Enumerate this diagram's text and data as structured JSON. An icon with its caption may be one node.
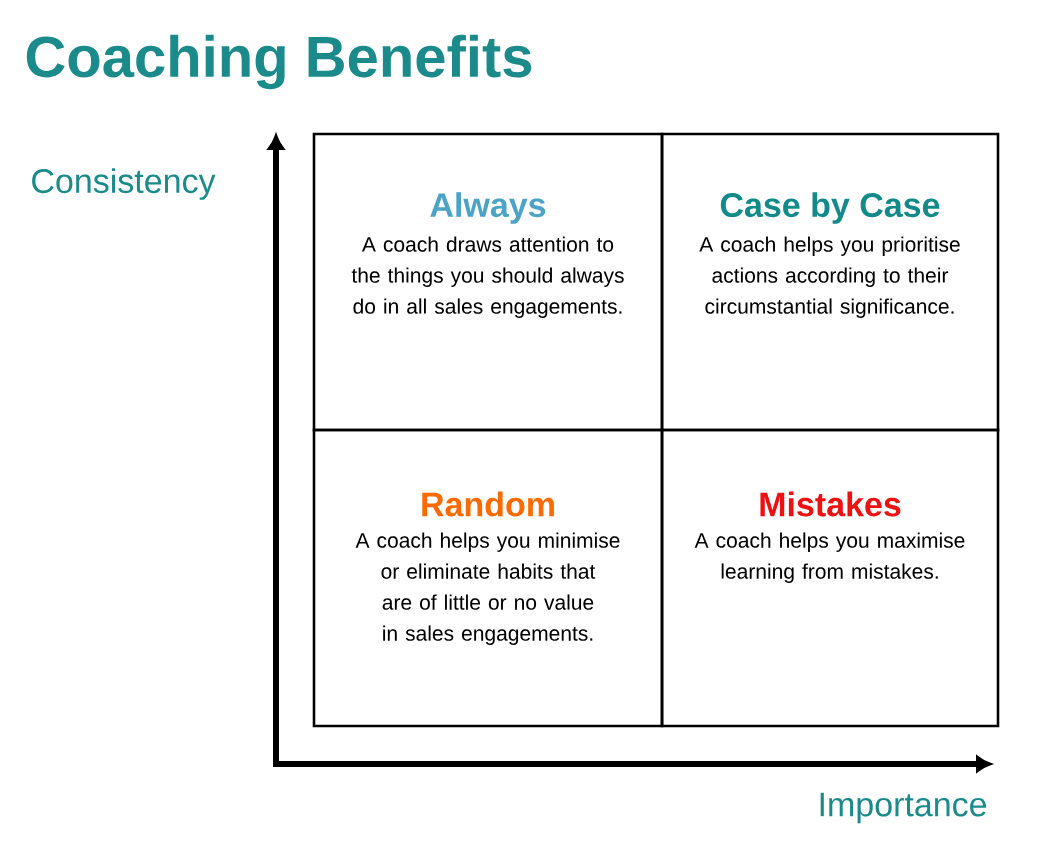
{
  "diagram": {
    "title": "Coaching Benefits",
    "nodes": [
      {
        "text": [
          "Always",
          "A coach draws attention to the things you should always do in all sales engagements."
        ]
      },
      {
        "text": [
          "Case by Case",
          "A coach helps you prioritise actions according to their circumstantial significance."
        ]
      },
      {
        "text": [
          "Random",
          "A coach helps you minimise or eliminate habits that are of little or no value in sales engagements."
        ]
      },
      {
        "text": [
          "Mistakes",
          "A coach helps you maximise learning from mistakes."
        ]
      }
    ],
    "labels": [
      "Consistency",
      "Importance"
    ]
  }
}
